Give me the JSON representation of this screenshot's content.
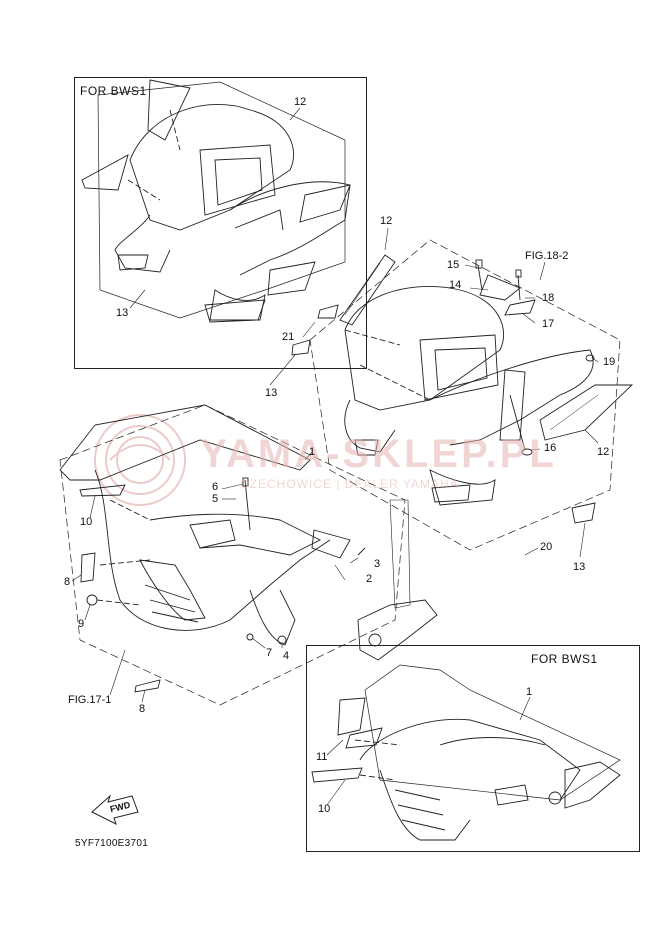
{
  "insets": {
    "top_left_label": "FOR  BWS1",
    "bottom_right_label": "FOR  BWS1"
  },
  "fig_refs": {
    "rear": "FIG.18-2",
    "front": "FIG.17-1"
  },
  "callouts": {
    "c1_main": "1",
    "c1_inset": "1",
    "c2": "2",
    "c3": "3",
    "c4": "4",
    "c5": "5",
    "c6": "6",
    "c7": "7",
    "c8_a": "8",
    "c8_b": "8",
    "c9": "9",
    "c10_a": "10",
    "c10_b": "10",
    "c11": "11",
    "c12_inset": "12",
    "c12_mid": "12",
    "c12_right": "12",
    "c13_inset": "13",
    "c13_mid": "13",
    "c13_right": "13",
    "c14": "14",
    "c15": "15",
    "c16": "16",
    "c17": "17",
    "c18": "18",
    "c19": "19",
    "c20": "20",
    "c21": "21"
  },
  "fwd_label": "FWD",
  "part_code": "5YF7100E3701",
  "watermark": {
    "title": "YAMA-SKLEP.PL",
    "subtitle": "CZECHOWICE | DEALER YAMAHA"
  },
  "colors": {
    "line": "#222222",
    "watermark": "#e6b4b4"
  }
}
